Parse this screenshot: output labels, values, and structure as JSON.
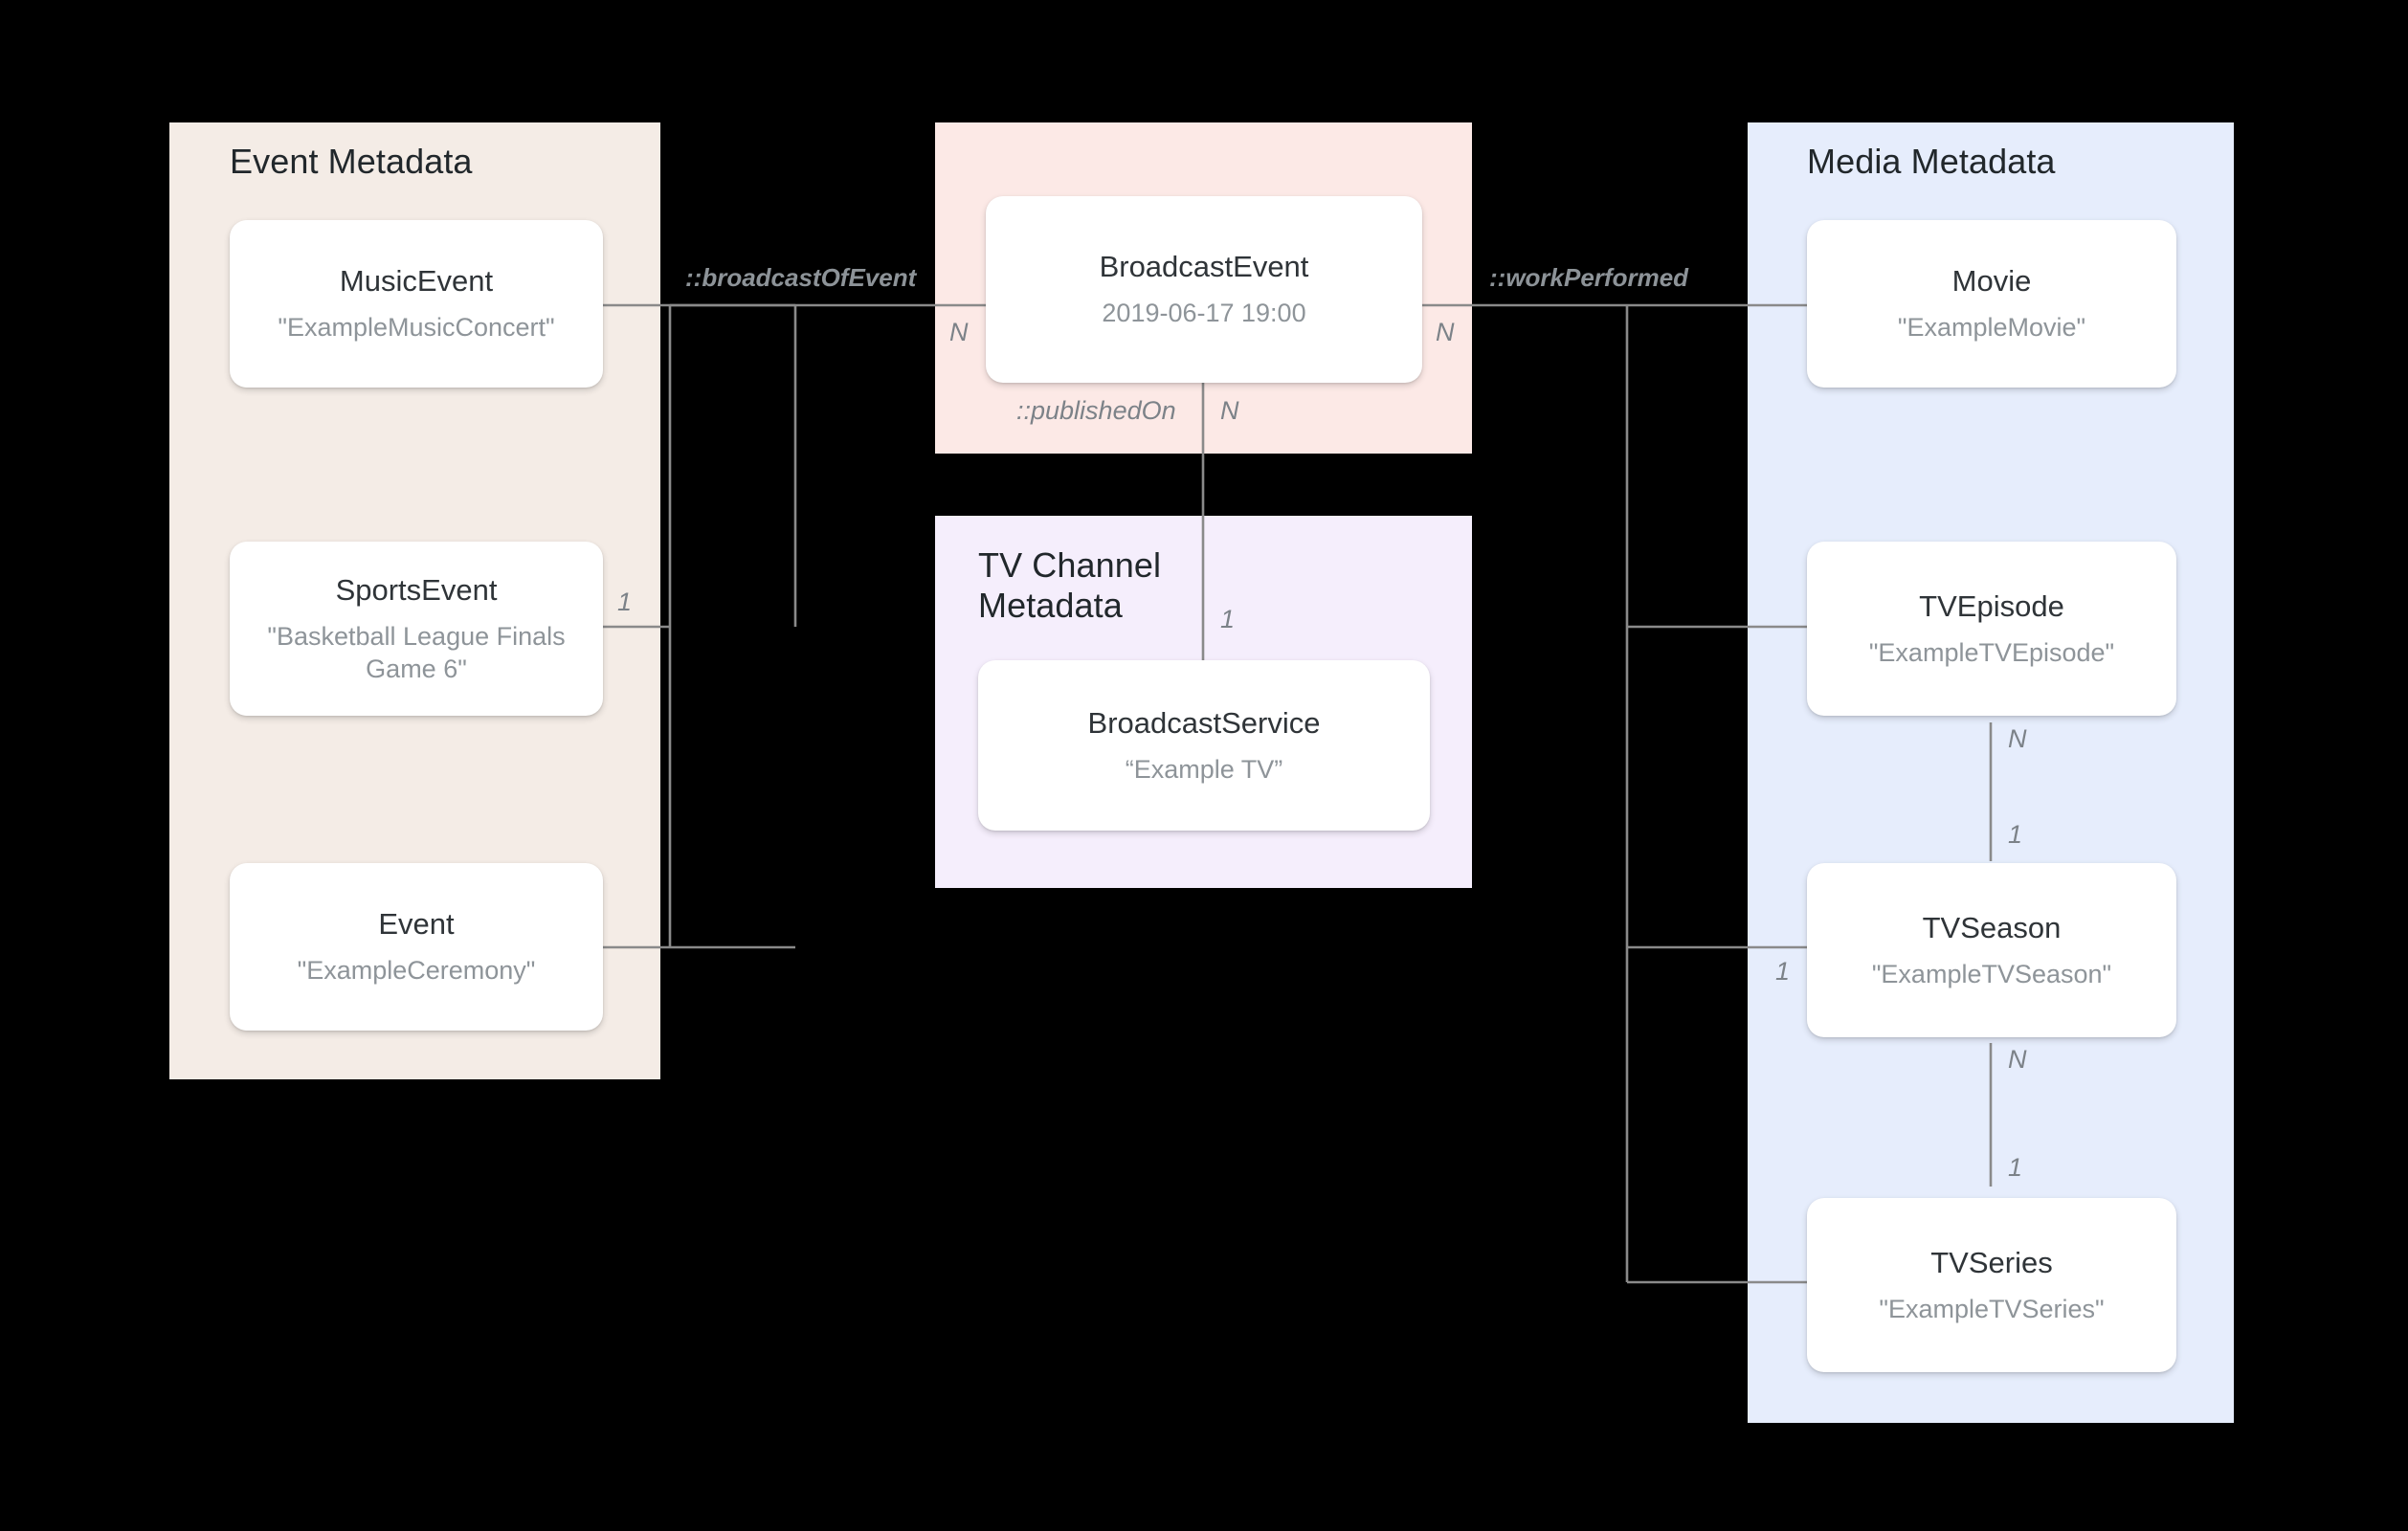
{
  "diagram": {
    "title": "Broadcast / Media metadata entity relationship diagram",
    "background": "#000000",
    "line_color": "#8a8a8a"
  },
  "panels": [
    {
      "id": "event-metadata",
      "title": "Event Metadata",
      "color": "#f4ece6",
      "cards": [
        {
          "id": "music-event",
          "type": "MusicEvent",
          "value": "\"ExampleMusicConcert\""
        },
        {
          "id": "sports-event",
          "type": "SportsEvent",
          "value": "\"Basketball League Finals Game 6\""
        },
        {
          "id": "event",
          "type": "Event",
          "value": "\"ExampleCeremony\""
        }
      ]
    },
    {
      "id": "broadcast-event-group",
      "title": "",
      "color": "#fce9e6",
      "cards": [
        {
          "id": "broadcast-event",
          "type": "BroadcastEvent",
          "value": "2019-06-17 19:00"
        }
      ]
    },
    {
      "id": "tv-channel-metadata",
      "title": "TV Channel Metadata",
      "color": "#f5eefc",
      "cards": [
        {
          "id": "broadcast-service",
          "type": "BroadcastService",
          "value": "“Example TV”"
        }
      ]
    },
    {
      "id": "media-metadata",
      "title": "Media Metadata",
      "color": "#e6edfc",
      "cards": [
        {
          "id": "movie",
          "type": "Movie",
          "value": "\"ExampleMovie\""
        },
        {
          "id": "tv-episode",
          "type": "TVEpisode",
          "value": "\"ExampleTVEpisode\""
        },
        {
          "id": "tv-season",
          "type": "TVSeason",
          "value": "\"ExampleTVSeason\""
        },
        {
          "id": "tv-series",
          "type": "TVSeries",
          "value": "\"ExampleTVSeries\""
        }
      ]
    }
  ],
  "relations": {
    "broadcast_of_event": "::broadcastOfEvent",
    "work_performed": "::workPerformed",
    "published_on": "::publishedOn"
  },
  "cardinalities": {
    "broadcast_event_left_n": "N",
    "broadcast_event_right_n": "N",
    "broadcast_event_published_n": "N",
    "broadcast_service_1": "1",
    "sports_event_1": "1",
    "tv_episode_n": "N",
    "tv_season_1_vertical": "1",
    "tv_season_n": "N",
    "tv_season_1_side": "1",
    "tv_series_1": "1"
  }
}
